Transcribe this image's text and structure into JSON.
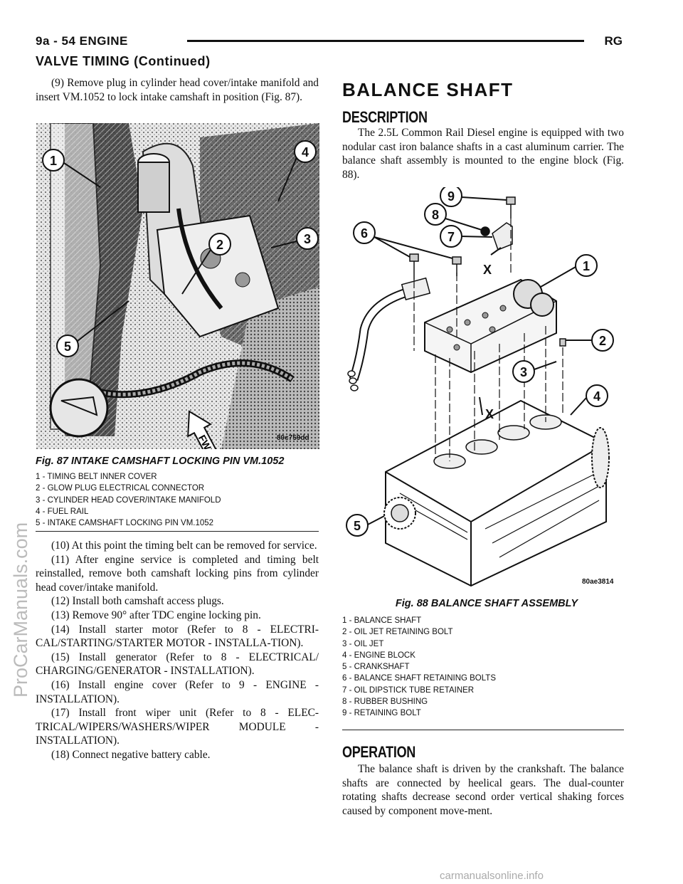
{
  "header": {
    "page": "9a - 54   ENGINE",
    "right": "RG"
  },
  "section_continued": "VALVE TIMING (Continued)",
  "left": {
    "step9": "(9) Remove plug in cylinder head cover/intake manifold and insert VM.1052 to lock intake camshaft in position (Fig. 87).",
    "fig87": {
      "code": "80c759dd",
      "caption": "Fig. 87 INTAKE CAMSHAFT LOCKING PIN VM.1052",
      "callouts": [
        "1",
        "2",
        "3",
        "4",
        "5"
      ],
      "fwd": "FWD",
      "legend": [
        "1 - TIMING BELT INNER COVER",
        "2 - GLOW PLUG ELECTRICAL CONNECTOR",
        "3 - CYLINDER HEAD COVER/INTAKE MANIFOLD",
        "4 - FUEL RAIL",
        "5 - INTAKE CAMSHAFT LOCKING PIN VM.1052"
      ]
    },
    "steps": [
      "(10) At this point the timing belt can be removed for service.",
      "(11) After engine service is completed and timing belt reinstalled, remove both camshaft locking pins from cylinder head cover/intake manifold.",
      "(12) Install both camshaft access plugs.",
      "(13) Remove 90° after TDC engine locking pin.",
      "(14) Install starter motor (Refer to 8 - ELECTRI-CAL/STARTING/STARTER MOTOR - INSTALLA-TION).",
      "(15) Install generator (Refer to 8 - ELECTRICAL/ CHARGING/GENERATOR - INSTALLATION).",
      "(16) Install engine cover (Refer to 9 - ENGINE - INSTALLATION).",
      "(17) Install front wiper unit (Refer to 8 - ELEC-TRICAL/WIPERS/WASHERS/WIPER MODULE - INSTALLATION).",
      "(18) Connect negative battery cable."
    ]
  },
  "right": {
    "title": "BALANCE SHAFT",
    "description_heading": "DESCRIPTION",
    "description": "The 2.5L Common Rail Diesel engine is equipped with two nodular cast iron balance shafts in a cast aluminum carrier. The balance shaft assembly is mounted to the engine block (Fig. 88).",
    "fig88": {
      "code": "80ae3814",
      "caption": "Fig. 88 BALANCE SHAFT ASSEMBLY",
      "callouts": [
        "1",
        "2",
        "3",
        "4",
        "5",
        "6",
        "7",
        "8",
        "9"
      ],
      "x_marks": [
        "X",
        "X"
      ],
      "legend": [
        "1 - BALANCE SHAFT",
        "2 - OIL JET RETAINING BOLT",
        "3 - OIL JET",
        "4 - ENGINE BLOCK",
        "5 - CRANKSHAFT",
        "6 - BALANCE SHAFT RETAINING BOLTS",
        "7 - OIL DIPSTICK TUBE RETAINER",
        "8 - RUBBER BUSHING",
        "9 - RETAINING BOLT"
      ]
    },
    "operation_heading": "OPERATION",
    "operation": "The balance shaft is driven by the crankshaft. The balance shafts are connected by heelical gears. The dual-counter rotating shafts decrease second order vertical shaking forces caused by component move-ment."
  },
  "watermark_side": "ProCarManuals.com",
  "watermark_footer": "carmanualsonline.info"
}
